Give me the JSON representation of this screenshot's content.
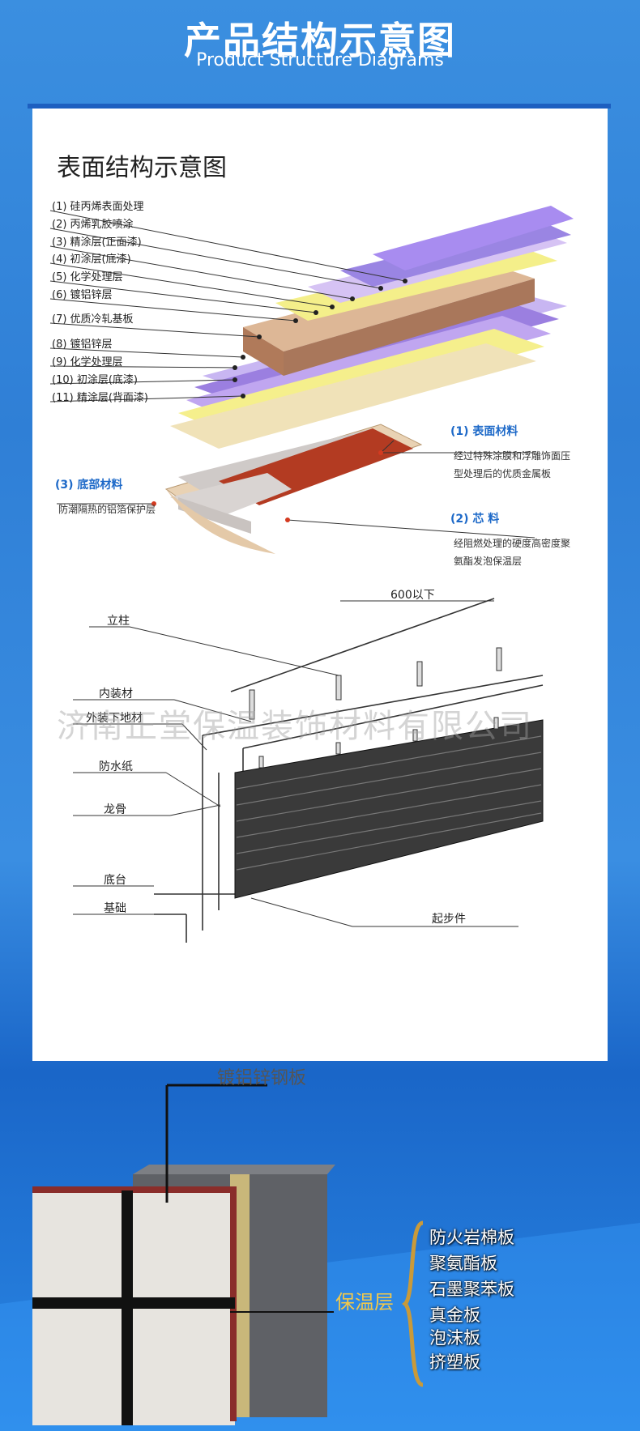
{
  "header": {
    "title": "产品结构示意图",
    "subtitle": "Product Structure Diagrams"
  },
  "surface": {
    "title": "表面结构示意图",
    "layers": [
      "(1) 硅丙烯表面处理",
      "(2) 丙烯乳胶喷涂",
      "(3) 精涂层(正面漆)",
      "(4) 初涂层(底漆)",
      "(5) 化学处理层",
      "(6) 镀铝锌层",
      "(7) 优质冷轧基板",
      "(8) 镀铝锌层",
      "(9) 化学处理层",
      "(10) 初涂层(底漆)",
      "(11) 精涂层(背面漆)"
    ]
  },
  "composite": {
    "surface_title": "(1) 表面材料",
    "surface_desc1": "经过特殊涂膜和浮雕饰面压",
    "surface_desc2": "型处理后的优质金属板",
    "core_title": "(2) 芯  料",
    "core_desc1": "经阻燃处理的硬度高密度聚",
    "core_desc2": "氨酯发泡保温层",
    "bottom_title": "(3) 底部材料",
    "bottom_desc": "防潮隔热的铝箔保护层"
  },
  "install": {
    "spacing": "600以下",
    "labels": [
      "立柱",
      "内装材",
      "外装下地材",
      "防水纸",
      "龙骨",
      "底台",
      "基础"
    ],
    "start_piece": "起步件"
  },
  "watermark": "济南正堂保温装饰材料有限公司",
  "bottom": {
    "galv_label": "镀铝锌钢板",
    "insulation_label": "保温层",
    "insulation_types": [
      "防火岩棉板",
      "聚氨酯板",
      "石墨聚苯板",
      "真金板",
      "泡沫板",
      "挤塑板"
    ]
  },
  "colors": {
    "accent": "#1d69c8",
    "layer_purple": "#8f6cd9",
    "layer_yellow": "#f6ef8a"
  }
}
